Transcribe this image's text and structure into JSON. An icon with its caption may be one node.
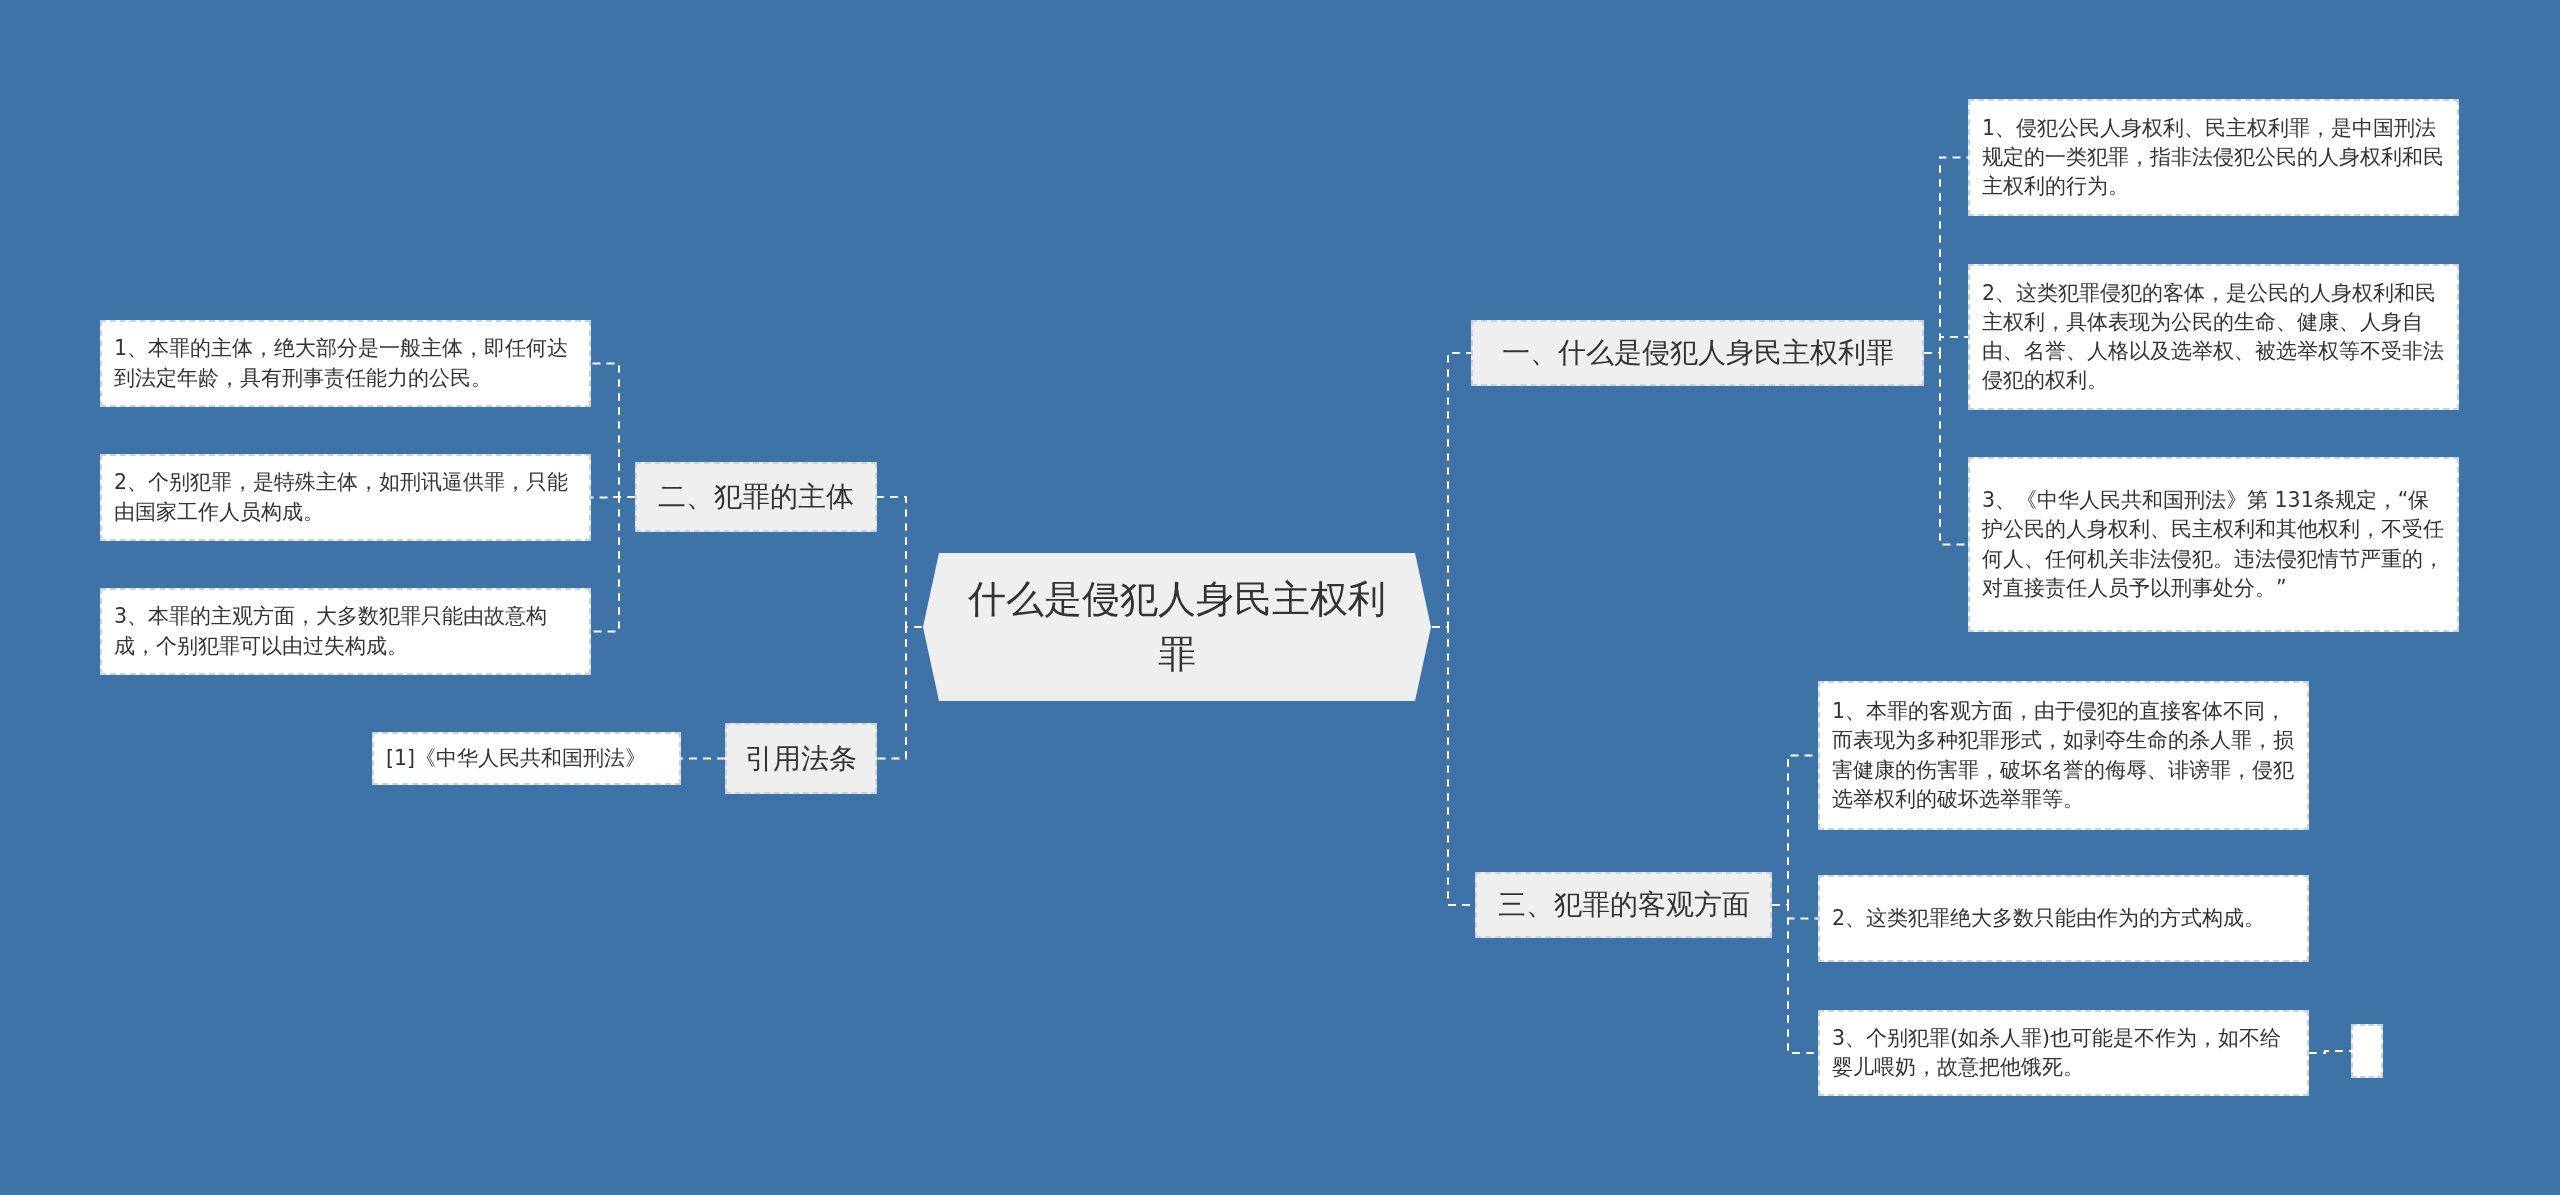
{
  "diagram": {
    "nodes": [
      {
        "text": [
          "什么是侵犯人身民主权利罪"
        ]
      },
      {
        "text": [
          "一、什么是侵犯人身民主权利罪"
        ]
      },
      {
        "text": [
          "1、侵犯公民人身权利、民主权利罪，是中国刑法规定的一类犯罪，指非法侵犯公民的人身权利和民主权利的行为。"
        ]
      },
      {
        "text": [
          "2、这类犯罪侵犯的客体，是公民的人身权利和民主权利，具体表现为公民的生命、健康、人身自由、名誉、人格以及选举权、被选举权等不受非法侵犯的权利。"
        ]
      },
      {
        "text": [
          "3、《中华人民共和国刑法》第 131条规定，“保护公民的人身权利、民主权利和其他权利，不受任何人、任何机关非法侵犯。违法侵犯情节严重的，对直接责任人员予以刑事处分。”"
        ]
      },
      {
        "text": [
          "三、犯罪的客观方面"
        ]
      },
      {
        "text": [
          "1、本罪的客观方面，由于侵犯的直接客体不同，而表现为多种犯罪形式，如剥夺生命的杀人罪，损害健康的伤害罪，破坏名誉的侮辱、诽谤罪，侵犯选举权利的破坏选举罪等。"
        ]
      },
      {
        "text": [
          "2、这类犯罪绝大多数只能由作为的方式构成。"
        ]
      },
      {
        "text": [
          "3、个别犯罪(如杀人罪)也可能是不作为，如不给婴儿喂奶，故意把他饿死。"
        ]
      },
      {
        "text": [],
        "shape": "box"
      },
      {
        "text": [
          "二、犯罪的主体"
        ]
      },
      {
        "text": [
          "1、本罪的主体，绝大部分是一般主体，即任何达到法定年龄，具有刑事责任能力的公民。"
        ]
      },
      {
        "text": [
          "2、个别犯罪，是特殊主体，如刑讯逼供罪，只能由国家工作人员构成。"
        ]
      },
      {
        "text": [
          "3、本罪的主观方面，大多数犯罪只能由故意构成，个别犯罪可以由过失构成。"
        ]
      },
      {
        "text": [
          "引用法条"
        ]
      },
      {
        "text": [
          "[1]《中华人民共和国刑法》"
        ]
      }
    ],
    "edges": [
      {
        "from": 0,
        "to": 1,
        "arrow": "none"
      },
      {
        "from": 1,
        "to": 2,
        "arrow": "none"
      },
      {
        "from": 1,
        "to": 3,
        "arrow": "none"
      },
      {
        "from": 1,
        "to": 4,
        "arrow": "none"
      },
      {
        "from": 0,
        "to": 5,
        "arrow": "none"
      },
      {
        "from": 5,
        "to": 6,
        "arrow": "none"
      },
      {
        "from": 5,
        "to": 7,
        "arrow": "none"
      },
      {
        "from": 5,
        "to": 8,
        "arrow": "none"
      },
      {
        "from": 8,
        "to": 9,
        "arrow": "none"
      },
      {
        "from": 0,
        "to": 10,
        "arrow": "none"
      },
      {
        "from": 10,
        "to": 11,
        "arrow": "none"
      },
      {
        "from": 10,
        "to": 12,
        "arrow": "none"
      },
      {
        "from": 10,
        "to": 13,
        "arrow": "none"
      },
      {
        "from": 0,
        "to": 14,
        "arrow": "none"
      },
      {
        "from": 14,
        "to": 15,
        "arrow": "none"
      }
    ]
  }
}
